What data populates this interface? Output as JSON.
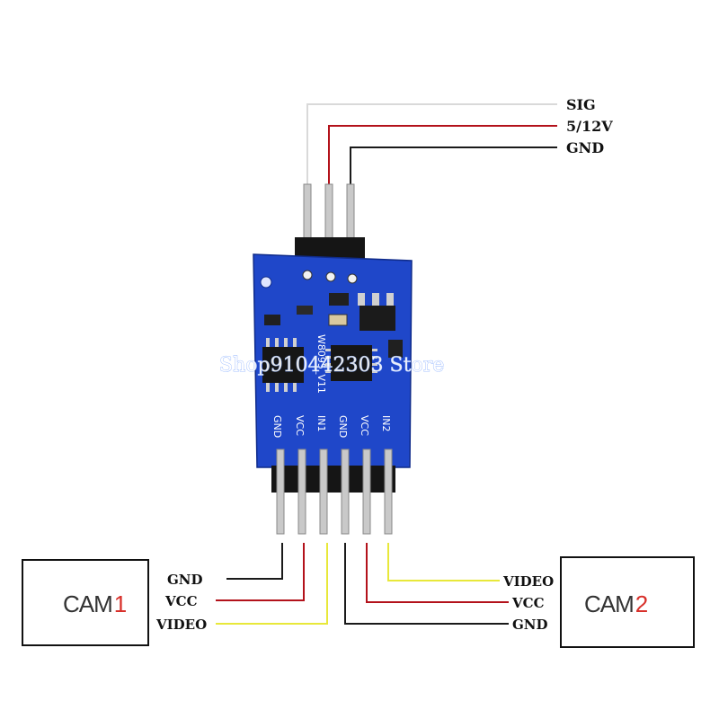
{
  "top_wires": [
    {
      "label": "SIG",
      "color": "#e6e6e6"
    },
    {
      "label": "5/12V",
      "color": "#b3121b"
    },
    {
      "label": "GND",
      "color": "#1a1a1a"
    }
  ],
  "board": {
    "marking": "W8095_V11",
    "pins": [
      "GND",
      "VCC",
      "IN1",
      "GND",
      "VCC",
      "IN2"
    ],
    "color": "#1f47c9"
  },
  "cam1": {
    "prefix": "CAM",
    "num": "1",
    "wires": [
      {
        "label": "GND",
        "color": "#1a1a1a"
      },
      {
        "label": "VCC",
        "color": "#b3121b"
      },
      {
        "label": "VIDEO",
        "color": "#e8e83a"
      }
    ]
  },
  "cam2": {
    "prefix": "CAM",
    "num": "2",
    "wires": [
      {
        "label": "VIDEO",
        "color": "#e8e83a"
      },
      {
        "label": "VCC",
        "color": "#b3121b"
      },
      {
        "label": "GND",
        "color": "#1a1a1a"
      }
    ]
  },
  "num_color": "#d8302a",
  "watermark": "Shop910442303 Store"
}
